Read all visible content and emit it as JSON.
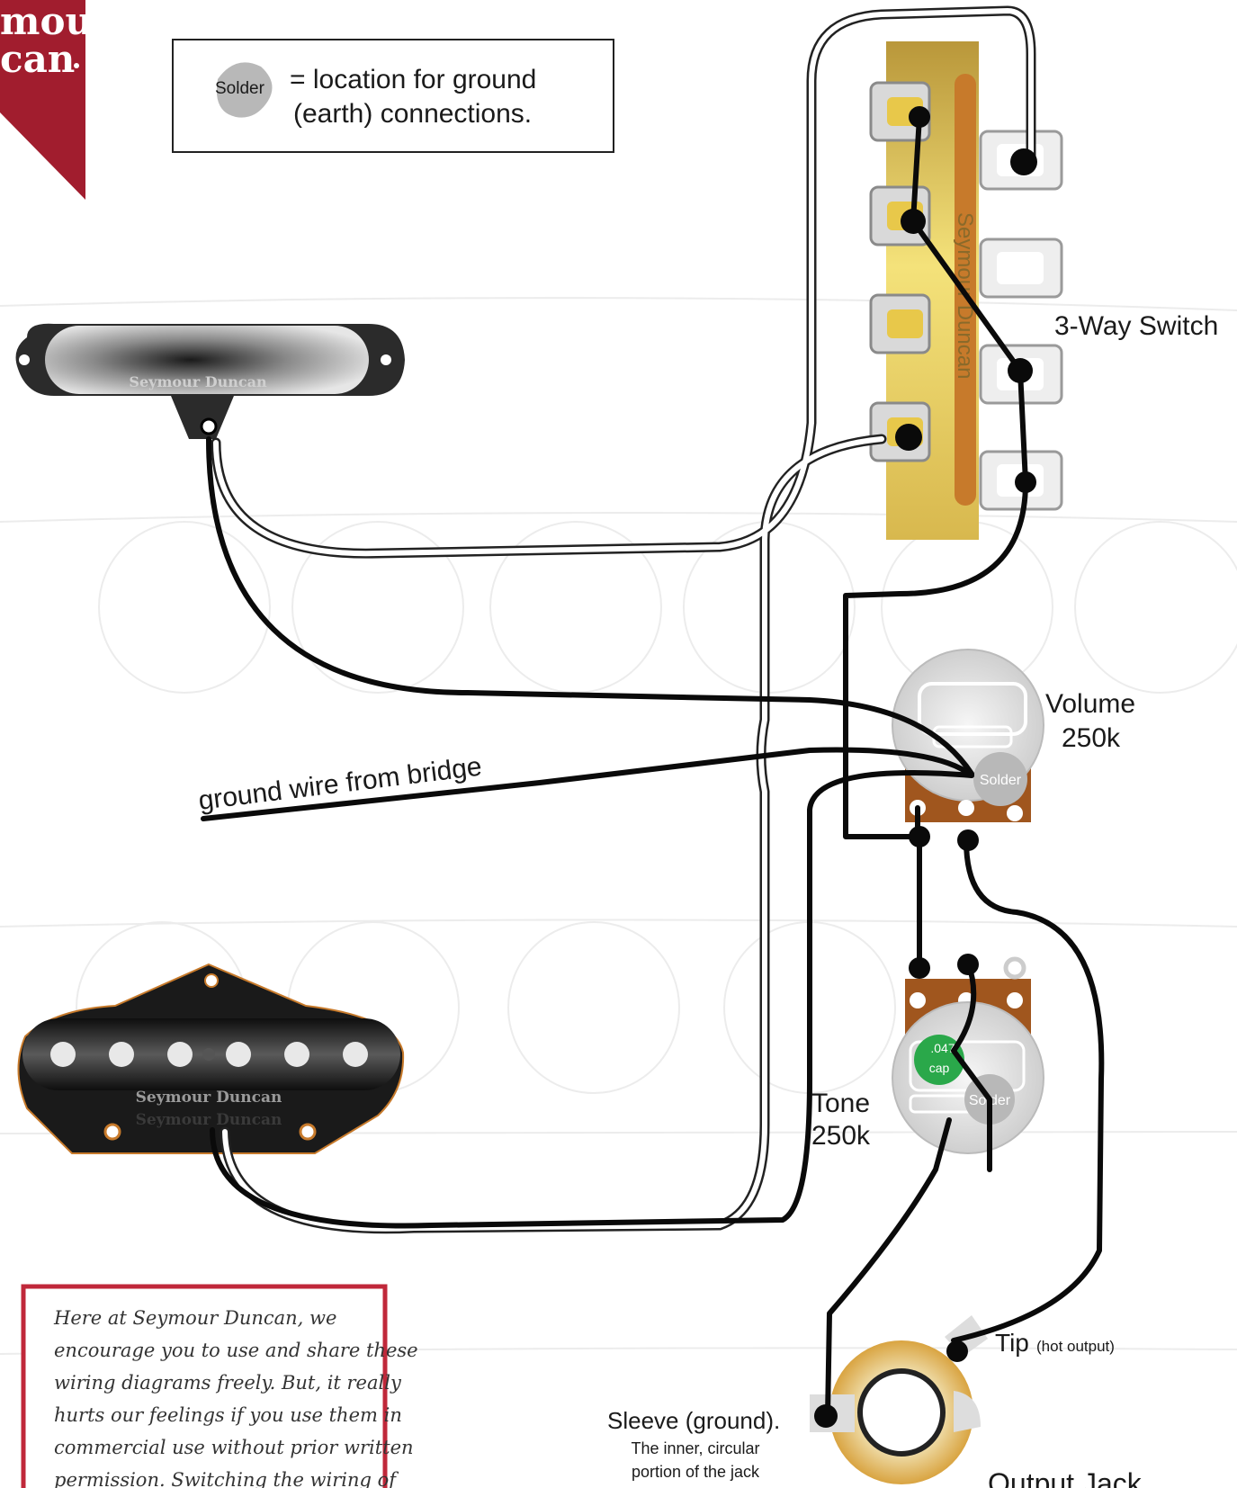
{
  "brand": {
    "logo_line1": "mour",
    "logo_line2": "can",
    "color": "#a11d2e"
  },
  "legend": {
    "solder_text": "Solder",
    "line1": "= location for ground",
    "line2": "(earth) connections."
  },
  "switch": {
    "label": "3-Way Switch",
    "brand_text": "Seymour Duncan",
    "color": "#e8c84a"
  },
  "neck_pickup": {
    "brand_text": "Seymour Duncan"
  },
  "bridge_pickup": {
    "brand_text": "Seymour Duncan",
    "brand_text_2": "Seymour Duncan"
  },
  "volume": {
    "label_line1": "Volume",
    "label_line2": "250k",
    "solder_text": "Solder"
  },
  "tone": {
    "label_line1": "Tone",
    "label_line2": "250k",
    "solder_text": "Solder",
    "cap_line1": ".047",
    "cap_line2": "cap",
    "cap_color": "#2aa84a"
  },
  "ground_wire_label": "ground wire from bridge",
  "jack": {
    "tip_label": "Tip",
    "tip_note": "(hot output)",
    "sleeve_label": "Sleeve (ground).",
    "sleeve_note_line1": "The inner, circular",
    "sleeve_note_line2": "portion of the jack",
    "title": "Output Jack"
  },
  "notice": {
    "lines": [
      "Here at Seymour Duncan, we",
      "encourage you to use and share these",
      "wiring diagrams freely. But, it really",
      "hurts our feelings if you use them in",
      "commercial use without prior written",
      "permission. Switching the wiring of"
    ],
    "border_color": "#c0283a"
  }
}
